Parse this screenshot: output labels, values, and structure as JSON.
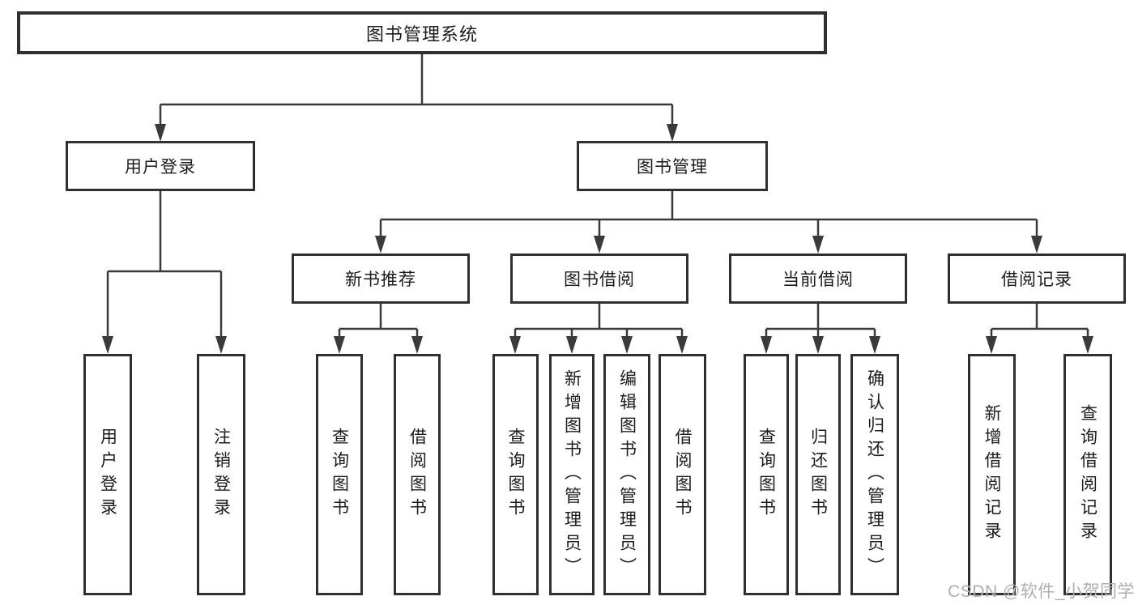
{
  "diagram_title": "图书管理系统",
  "tree": {
    "label": "图书管理系统",
    "children": [
      {
        "label": "用户登录",
        "children": [
          {
            "label": "用户登录"
          },
          {
            "label": "注销登录"
          }
        ]
      },
      {
        "label": "图书管理",
        "children": [
          {
            "label": "新书推荐",
            "children": [
              {
                "label": "查询图书"
              },
              {
                "label": "借阅图书"
              }
            ]
          },
          {
            "label": "图书借阅",
            "children": [
              {
                "label": "查询图书"
              },
              {
                "label": "新增图书（管理员）"
              },
              {
                "label": "编辑图书（管理员）"
              },
              {
                "label": "借阅图书"
              }
            ]
          },
          {
            "label": "当前借阅",
            "children": [
              {
                "label": "查询图书"
              },
              {
                "label": "归还图书"
              },
              {
                "label": "确认归还（管理员）"
              }
            ]
          },
          {
            "label": "借阅记录",
            "children": [
              {
                "label": "新增借阅记录"
              },
              {
                "label": "查询借阅记录"
              }
            ]
          }
        ]
      }
    ]
  },
  "watermark": {
    "text": "CSDN @软件_小贺同学"
  },
  "colors": {
    "line": "#3a3a3a",
    "box_border": "#303030",
    "text": "#1c1c1c",
    "watermark": "#aeaeb3",
    "background": "#ffffff"
  }
}
